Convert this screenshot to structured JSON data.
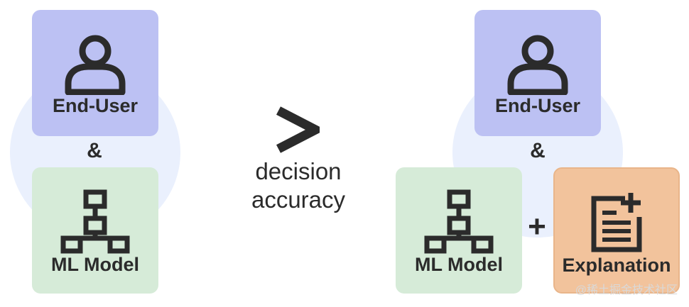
{
  "left_group": {
    "user_label": "End-User",
    "joiner": "&",
    "model_label": "ML Model"
  },
  "comparison": {
    "symbol": ">",
    "text_line1": "decision",
    "text_line2": "accuracy"
  },
  "right_group": {
    "user_label": "End-User",
    "joiner": "&",
    "model_label": "ML Model",
    "plus": "+",
    "explanation_label": "Explanation"
  },
  "watermark": "@稀土掘金技术社区",
  "colors": {
    "user_card": "#bcc1f3",
    "model_card": "#d6ebd8",
    "explanation_card": "#f2c39c",
    "halo": "#eaf0fd",
    "ink": "#2b2b2b"
  }
}
